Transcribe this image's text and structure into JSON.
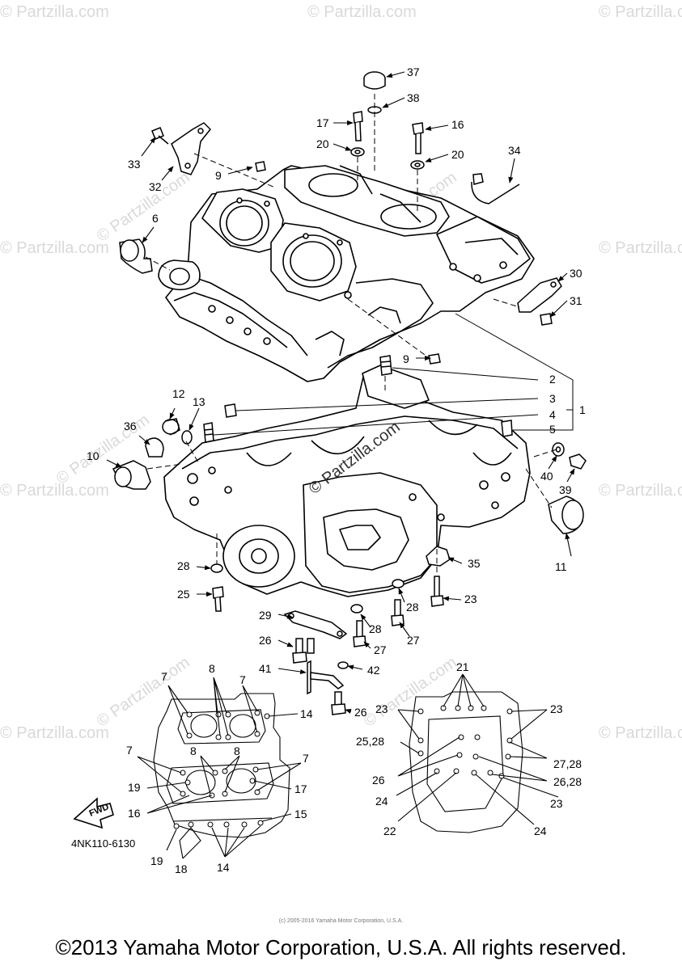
{
  "diagram": {
    "code": "4NK110-6130",
    "fwd_label": "FWD",
    "center_watermark": "© Partzilla.com",
    "watermark": "© Partzilla.com",
    "small_credit": "(c) 2005-2016 Yamaha Motor Corporation, U.S.A.",
    "copyright": "©2013 Yamaha Motor Corporation, U.S.A. All rights reserved.",
    "callouts": {
      "c37": "37",
      "c38": "38",
      "c17": "17",
      "c16": "16",
      "c20a": "20",
      "c20b": "20",
      "c34": "34",
      "c33": "33",
      "c32": "32",
      "c9a": "9",
      "c6": "6",
      "c30": "30",
      "c31": "31",
      "c9b": "9",
      "c2": "2",
      "c3": "3",
      "c1": "1",
      "c4": "4",
      "c5": "5",
      "c12": "12",
      "c13": "13",
      "c36": "36",
      "c10": "10",
      "c40": "40",
      "c39": "39",
      "c11": "11",
      "c28a": "28",
      "c35": "35",
      "c25": "25",
      "c28b": "28",
      "c23": "23",
      "c29": "29",
      "c28c": "28",
      "c27a": "27",
      "c27b": "27",
      "c26a": "26",
      "c41": "41",
      "c42": "42",
      "c26b": "26",
      "l7a": "7",
      "l8a": "8",
      "l7b": "7",
      "l14a": "14",
      "l8b": "8",
      "l8c": "8",
      "l7c": "7",
      "l7d": "7",
      "l19a": "19",
      "l17": "17",
      "l16": "16",
      "l15": "15",
      "l19b": "19",
      "l18": "18",
      "l14b": "14",
      "r21": "21",
      "r23a": "23",
      "r23b": "23",
      "r2528": "25,28",
      "r2728": "27,28",
      "r26": "26",
      "r2628": "26,28",
      "r24a": "24",
      "r23c": "23",
      "r22": "22",
      "r24b": "24"
    }
  }
}
